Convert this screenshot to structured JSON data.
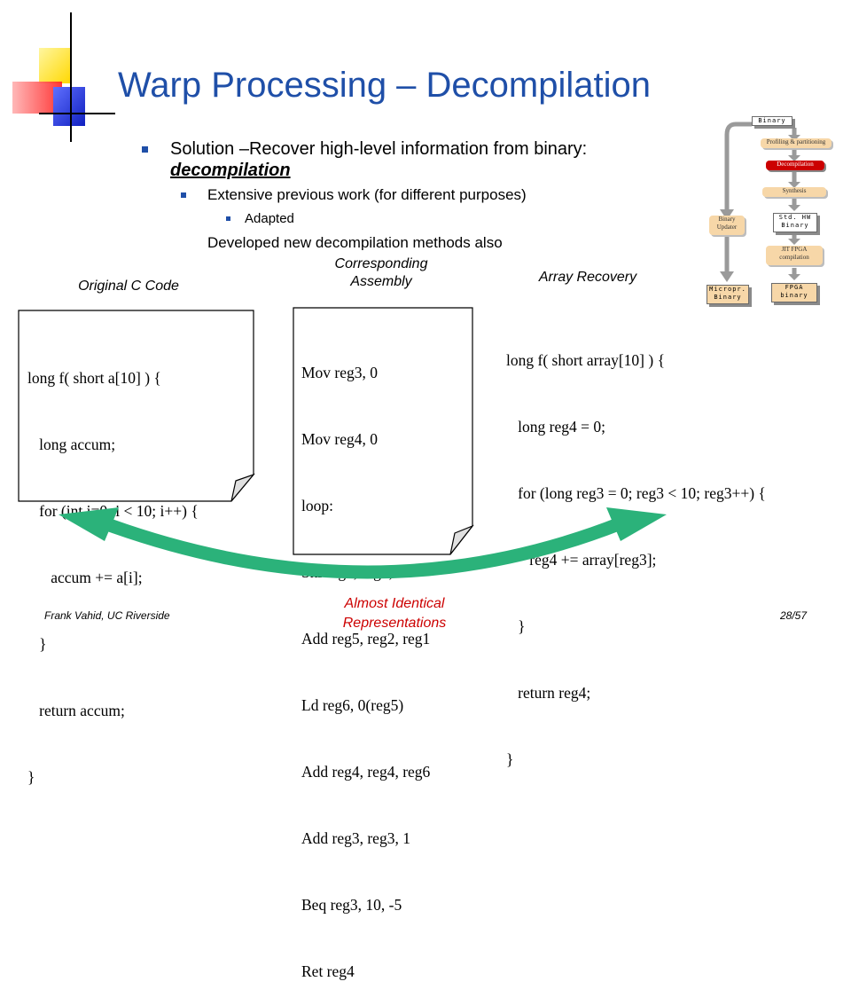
{
  "title": "Warp Processing – Decompilation",
  "bullets": {
    "solution_prefix": "Solution –Recover high-level information from binary: ",
    "solution_emph": "decompilation",
    "extensive": "Extensive previous work (for different purposes)",
    "adapted": "Adapted",
    "developed": "Developed new decompilation methods also"
  },
  "captions": {
    "original": "Original C Code",
    "assembly_line1": "Corresponding",
    "assembly_line2": "Assembly",
    "array": "Array Recovery",
    "almost_line1": "Almost Identical",
    "almost_line2": "Representations"
  },
  "original_code": [
    "long f( short a[10] ) {",
    "   long accum;",
    "   for (int i=0; i < 10; i++) {",
    "      accum += a[i];",
    "   }",
    "   return accum;",
    "}"
  ],
  "assembly_code": [
    "Mov reg3, 0",
    "Mov reg4, 0",
    "loop:",
    "Shl reg1, reg3, 1",
    "Add reg5, reg2, reg1",
    "Ld reg6, 0(reg5)",
    "Add reg4, reg4, reg6",
    "Add reg3, reg3, 1",
    "Beq reg3, 10, -5",
    "Ret reg4"
  ],
  "recovered_code": [
    "long f( short array[10] ) {",
    "   long reg4 = 0;",
    "   for (long reg3 = 0; reg3 < 10; reg3++) {",
    "      reg4 += array[reg3];",
    "   }",
    "   return reg4;",
    "}"
  ],
  "flow": {
    "binary": "Binary",
    "profiling": "Profiling & partitioning",
    "decompilation": "Decompilation",
    "synthesis": "Synthesis",
    "std_hw_1": "Std. HW",
    "std_hw_2": "Binary",
    "jit_1": "JIT FPGA",
    "jit_2": "compilation",
    "fpga_1": "FPGA",
    "fpga_2": "binary",
    "updater_1": "Binary",
    "updater_2": "Updater",
    "micro_1": "Micropr.",
    "micro_2": "Binary"
  },
  "footer": {
    "author": "Frank Vahid, UC Riverside",
    "page": "28/57"
  },
  "colors": {
    "title": "#1f4fa8",
    "big_arrow": "#2bb27a",
    "highlight_step": "#cc0000",
    "step_fill": "#f7d7a8",
    "accent_yellow": "#ffd800",
    "accent_red": "#ff2020",
    "accent_blue": "#2030d0"
  }
}
